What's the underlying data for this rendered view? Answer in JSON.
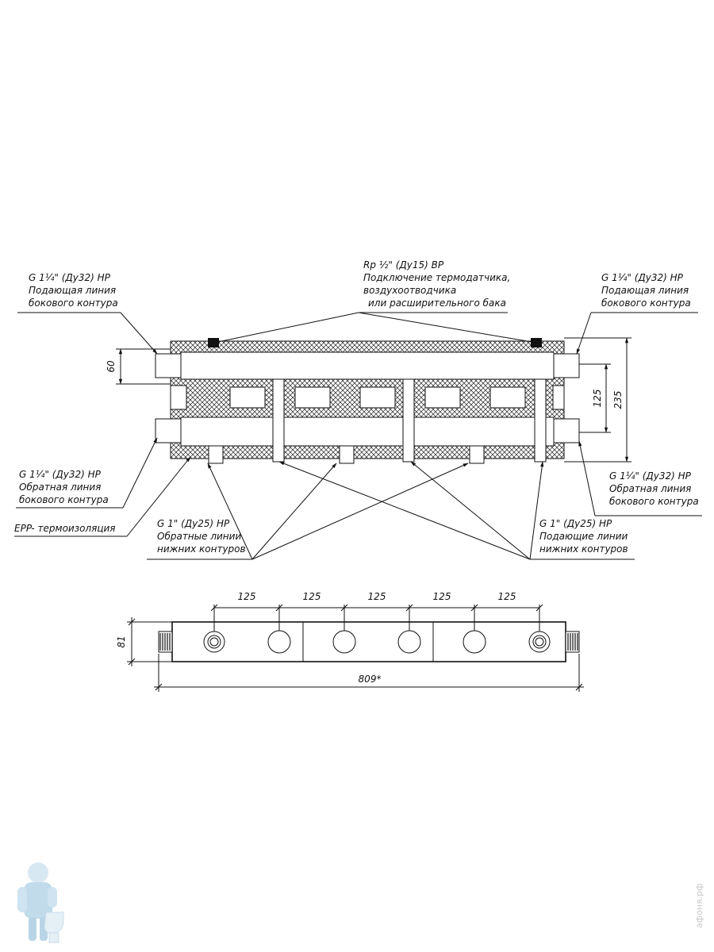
{
  "labels": {
    "top_left": [
      "G 1¼\" (Ду32) НР",
      "Подающая линия",
      "бокового контура"
    ],
    "top_center": [
      "Rp ½\" (Ду15) ВР",
      "Подключение термодатчика,",
      "воздухоотводчика",
      "или расширительного бака"
    ],
    "top_right": [
      "G 1¼\" (Ду32) НР",
      "Подающая линия",
      "бокового контура"
    ],
    "bottom_left": [
      "G 1¼\" (Ду32) НР",
      "Обратная линия",
      "бокового контура"
    ],
    "insulation": "EPP- термоизоляция",
    "return_lower": [
      "G 1\" (Ду25) НР",
      "Обратные линии",
      "нижних контуров"
    ],
    "supply_lower": [
      "G 1\" (Ду25) НР",
      "Подающие линии",
      "нижних контуров"
    ],
    "bottom_right": [
      "G 1¼\" (Ду32) НР",
      "Обратная линия",
      "бокового контура"
    ]
  },
  "dimensions": {
    "height_60": "60",
    "spacing_125": "125",
    "height_235": "235",
    "plan_spacings": [
      "125",
      "125",
      "125",
      "125",
      "125"
    ],
    "width_81": "81",
    "length_809": "809*"
  },
  "watermark": "афоня.рф",
  "logo": "plumber-mascot"
}
